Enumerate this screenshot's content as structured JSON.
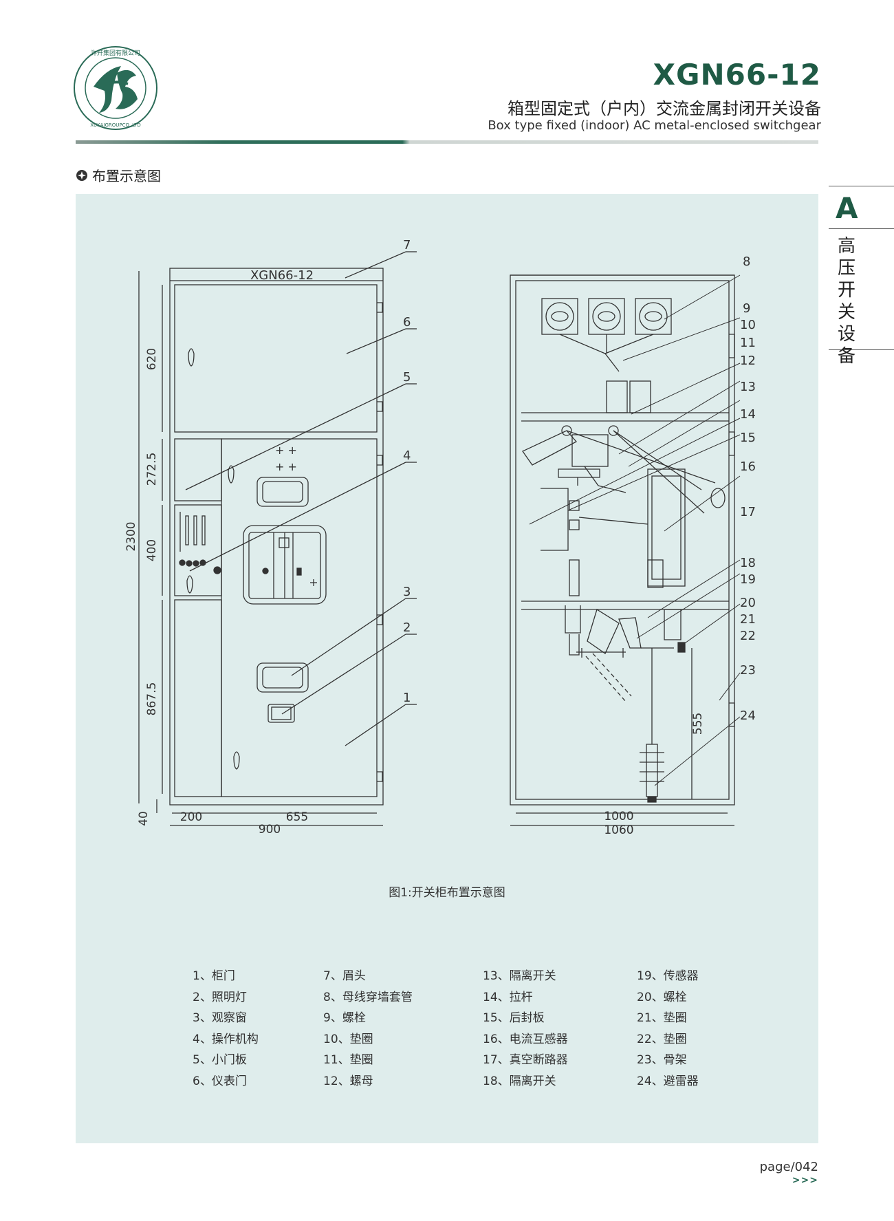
{
  "header": {
    "logo_ring_text": "许开集团有限公司",
    "logo_ring_text_en": "XUKAIGROUPCO.,LTD",
    "model": "XGN66-12",
    "subtitle_cn": "箱型固定式（户内）交流金属封闭开关设备",
    "subtitle_en": "Box type fixed (indoor) AC metal-enclosed switchgear"
  },
  "section": {
    "heading": "布置示意图"
  },
  "side_tab": {
    "letter": "A",
    "text": "高压开关设备"
  },
  "figure": {
    "front_view": {
      "label_plate": "XGN66-12",
      "dimensions": {
        "d620": "620",
        "d2725": "272.5",
        "d400": "400",
        "d2300": "2300",
        "d8675": "867.5",
        "d40": "40",
        "d200": "200",
        "d655": "655",
        "d900": "900"
      },
      "callouts": [
        "1",
        "2",
        "3",
        "4",
        "5",
        "6",
        "7"
      ]
    },
    "side_view": {
      "dimensions": {
        "d555": "555",
        "d1000": "1000",
        "d1060": "1060"
      },
      "callouts": [
        "8",
        "9",
        "10",
        "11",
        "12",
        "13",
        "14",
        "15",
        "16",
        "17",
        "18",
        "19",
        "20",
        "21",
        "22",
        "23",
        "24"
      ]
    },
    "caption": "图1:开关柜布置示意图"
  },
  "legend": [
    [
      "1、柜门",
      "2、照明灯",
      "3、观察窗",
      "4、操作机构",
      "5、小门板",
      "6、仪表门"
    ],
    [
      "7、眉头",
      "8、母线穿墙套管",
      "9、螺栓",
      "10、垫圈",
      "11、垫圈",
      "12、螺母"
    ],
    [
      "13、隔离开关",
      "14、拉杆",
      "15、后封板",
      "16、电流互感器",
      "17、真空断路器",
      "18、隔离开关"
    ],
    [
      "19、传感器",
      "20、螺栓",
      "21、垫圈",
      "22、垫圈",
      "23、骨架",
      "24、避雷器"
    ]
  ],
  "footer": {
    "page": "page/042",
    "arrows": ">>>"
  },
  "colors": {
    "brand_green": "#1f5a45",
    "panel_bg": "#dfedec",
    "line": "#333333"
  }
}
